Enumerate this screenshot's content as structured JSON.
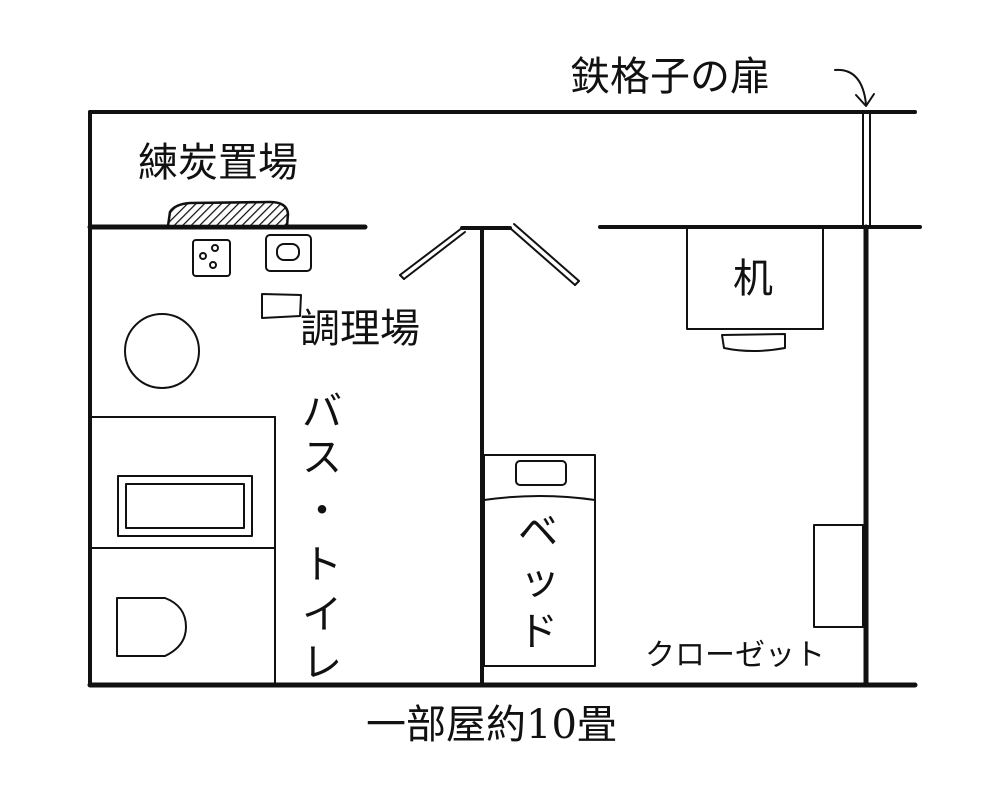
{
  "labels": {
    "iron_lattice_door": "鉄格子の扉",
    "briquette_storage": "練炭置場",
    "kitchen": "調理場",
    "bath_toilet": [
      "バ",
      "ス",
      "・",
      "ト",
      "イ",
      "レ"
    ],
    "desk": "机",
    "bed": [
      "ベ",
      "ッ",
      "ド"
    ],
    "closet": "クローゼット",
    "room_caption": "一部屋約10畳"
  }
}
